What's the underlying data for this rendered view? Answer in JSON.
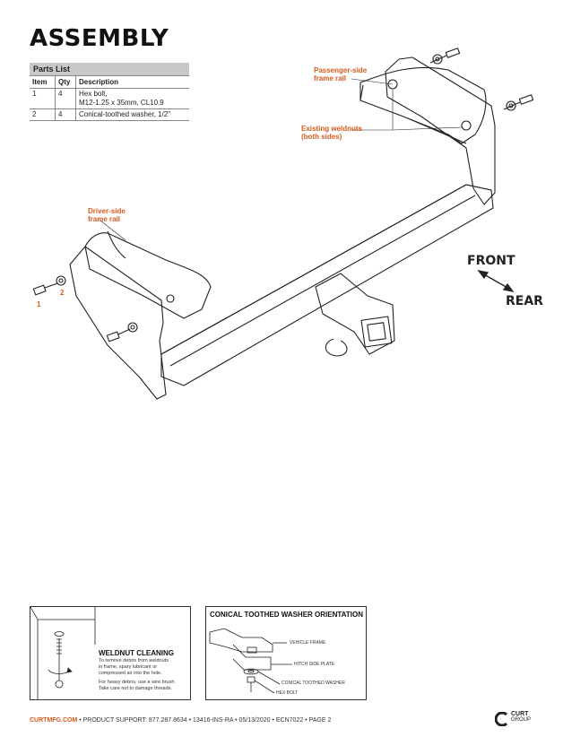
{
  "page": {
    "title": "ASSEMBLY"
  },
  "parts_list": {
    "caption": "Parts List",
    "headers": [
      "Item",
      "Qty",
      "Description"
    ],
    "rows": [
      {
        "item": "1",
        "qty": "4",
        "desc1": "Hex bolt,",
        "desc2": "M12-1.25 x 35mm, CL10.9"
      },
      {
        "item": "2",
        "qty": "4",
        "desc1": "Conical-toothed washer, 1/2\"",
        "desc2": ""
      }
    ]
  },
  "callouts": {
    "passenger_1": "Passenger-side",
    "passenger_2": "frame rail",
    "weldnuts_1": "Existing weldnuts",
    "weldnuts_2": "(both sides)",
    "driver_1": "Driver-side",
    "driver_2": "frame rail",
    "item1": "1",
    "item2": "2"
  },
  "direction": {
    "front": "FRONT",
    "rear": "REAR"
  },
  "weldnut_box": {
    "title": "WELDNUT CLEANING",
    "line1": "To remove debris from weldnuts",
    "line2": "in frame, spary lubricant or",
    "line3": "compressed air into the hole.",
    "line4": "For heavy debris, use a wire brush.",
    "line5": "Take care not to damage threads."
  },
  "washer_box": {
    "title": "CONICAL TOOTHED WASHER ORIENTATION",
    "vehicle_frame": "VEHICLE FRAME",
    "hitch_side_plate": "HITCH SIDE PLATE",
    "conical_washer": "CONICAL TOOTHED WASHER",
    "hex_bolt": "HEX BOLT"
  },
  "footer": {
    "site": "CURTMFG.COM",
    "rest": " • PRODUCT SUPPORT: 877.287.8634 • 13416-INS-RA • 05/13/2020 • ECN7022 • PAGE 2"
  },
  "logo": {
    "line1": "CURT",
    "line2": "GROUP"
  },
  "colors": {
    "accent": "#d75a1e",
    "table_header": "#c8c8c8"
  }
}
